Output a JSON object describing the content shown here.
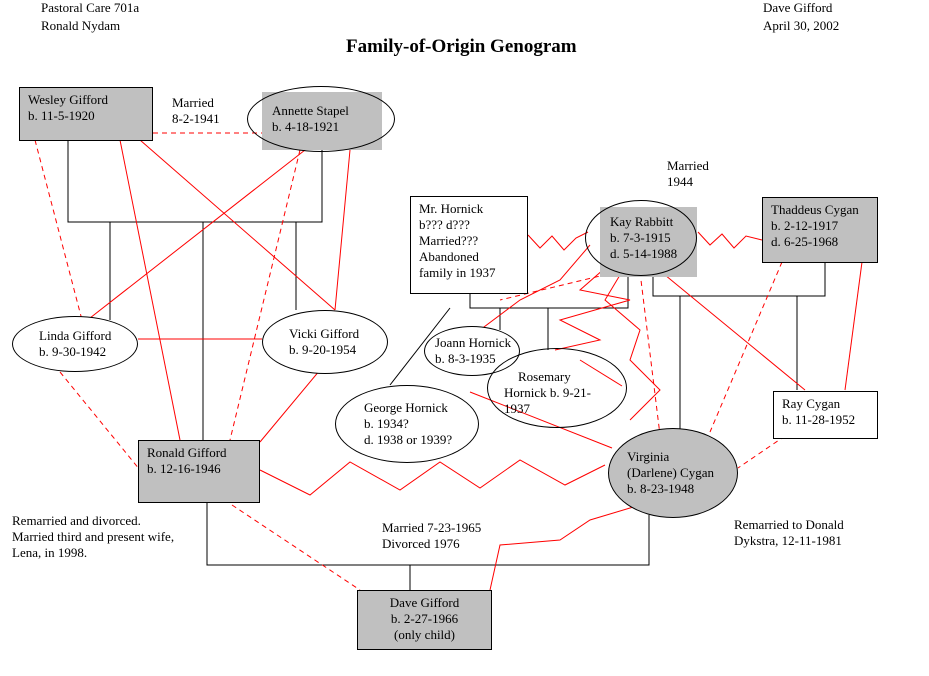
{
  "header": {
    "course": "Pastoral Care 701a",
    "instructor": "Ronald Nydam",
    "author": "Dave Gifford",
    "date": "April 30, 2002",
    "title": "Family-of-Origin Genogram"
  },
  "people": {
    "wesley": {
      "name": "Wesley Gifford",
      "dates": "b. 11-5-1920"
    },
    "annette": {
      "name": "Annette Stapel",
      "dates": "b. 4-18-1921"
    },
    "linda": {
      "name": "Linda Gifford",
      "dates": "b. 9-30-1942"
    },
    "vicki": {
      "name": "Vicki Gifford",
      "dates": "b. 9-20-1954"
    },
    "ronald": {
      "name": "Ronald Gifford",
      "dates": "b. 12-16-1946"
    },
    "hornick": {
      "line1": "Mr. Hornick",
      "line2": "b??? d???",
      "line3": "Married???",
      "line4": "Abandoned",
      "line5": "family in 1937"
    },
    "kay": {
      "name": "Kay Rabbitt",
      "dates1": "b. 7-3-1915",
      "dates2": "d. 5-14-1988"
    },
    "thaddeus": {
      "name": "Thaddeus Cygan",
      "dates1": "b. 2-12-1917",
      "dates2": "d. 6-25-1968"
    },
    "joann": {
      "name": "Joann Hornick",
      "dates": "b. 8-3-1935"
    },
    "rosemary": {
      "line1": "Rosemary",
      "line2": "Hornick b. 9-21-",
      "line3": "1937"
    },
    "george": {
      "name": "George Hornick",
      "dates1": "b. 1934?",
      "dates2": "d. 1938 or 1939?"
    },
    "ray": {
      "name": "Ray Cygan",
      "dates": "b. 11-28-1952"
    },
    "virginia": {
      "line1": "Virginia",
      "line2": "(Darlene) Cygan",
      "line3": "b. 8-23-1948"
    },
    "dave": {
      "name": "Dave Gifford",
      "dates": "b. 2-27-1966",
      "note": "(only child)"
    }
  },
  "notes": {
    "married_1941_a": "Married",
    "married_1941_b": "8-2-1941",
    "married_1944_a": "Married",
    "married_1944_b": "1944",
    "married_1965_a": "Married 7-23-1965",
    "married_1965_b": "Divorced 1976",
    "ronald_remarried_1": "Remarried and divorced.",
    "ronald_remarried_2": "Married third and present wife,",
    "ronald_remarried_3": "Lena, in 1998.",
    "virginia_remarried_1": "Remarried to Donald",
    "virginia_remarried_2": "Dykstra, 12-11-1981"
  },
  "colors": {
    "male_fill": "#c0c0c0",
    "relationship_line": "#ff0000",
    "structure_line": "#000000"
  }
}
